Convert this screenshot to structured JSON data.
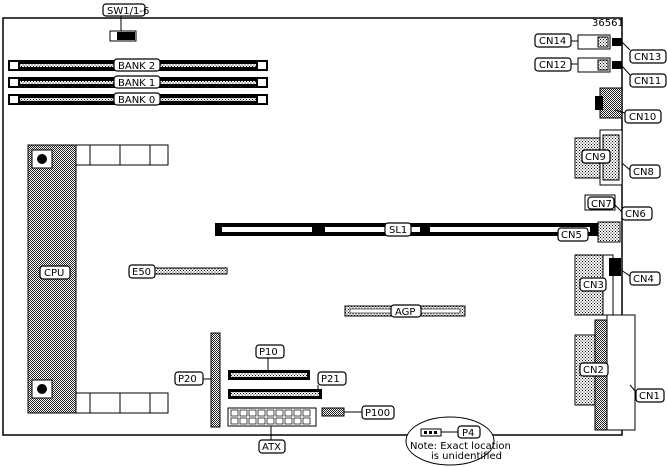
{
  "diagram": {
    "ref_number": "36561",
    "labels": {
      "sw": "SW1/1-6",
      "bank2": "BANK 2",
      "bank1": "BANK 1",
      "bank0": "BANK 0",
      "cpu": "CPU",
      "e50": "E50",
      "sl1": "SL1",
      "agp": "AGP",
      "p10": "P10",
      "p20": "P20",
      "p21": "P21",
      "p100": "P100",
      "atx": "ATX",
      "p4": "P4",
      "cn1": "CN1",
      "cn2": "CN2",
      "cn3": "CN3",
      "cn4": "CN4",
      "cn5": "CN5",
      "cn6": "CN6",
      "cn7": "CN7",
      "cn8": "CN8",
      "cn9": "CN9",
      "cn10": "CN10",
      "cn11": "CN11",
      "cn12": "CN12",
      "cn13": "CN13",
      "cn14": "CN14"
    },
    "note_line1": "Note: Exact location",
    "note_line2": "is unidentified"
  }
}
